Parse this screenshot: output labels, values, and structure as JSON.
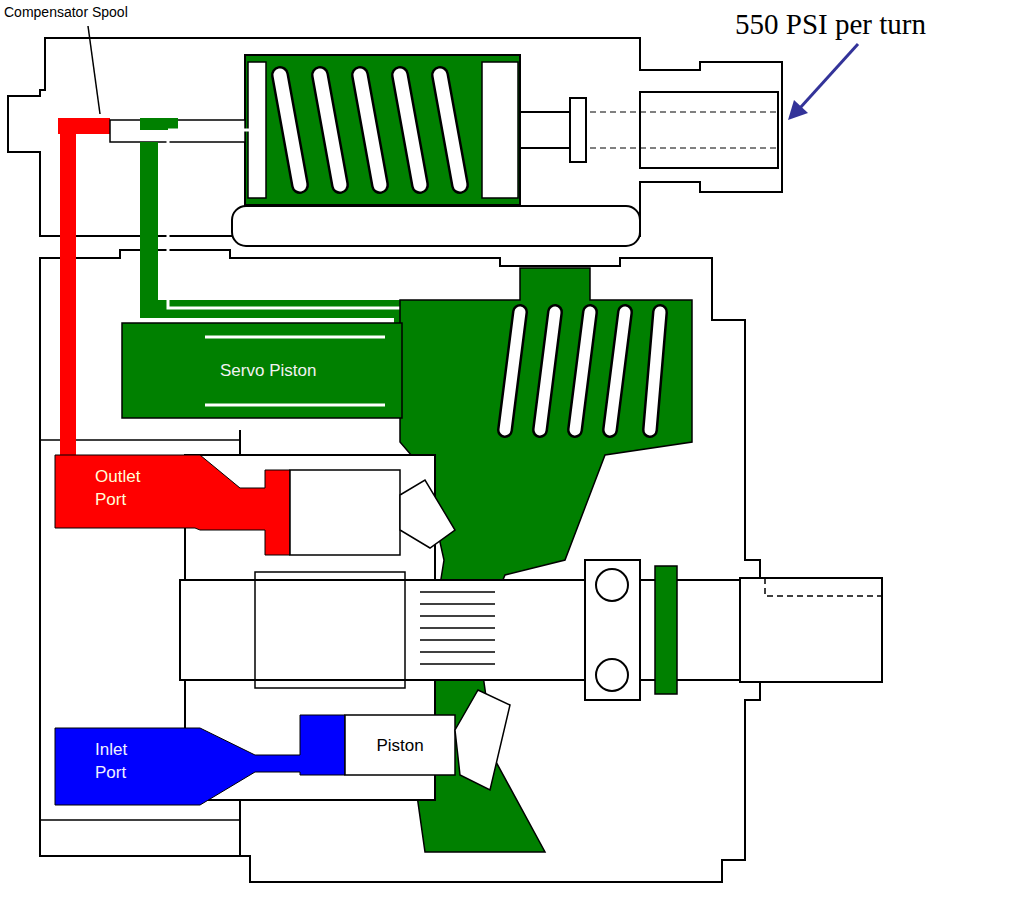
{
  "diagram": {
    "nodes": [
      {
        "text": [
          "Servo Piston"
        ]
      },
      {
        "text": [
          "Outlet Port"
        ]
      },
      {
        "text": [
          "Inlet Port"
        ]
      },
      {
        "text": [
          "Piston"
        ]
      }
    ],
    "labels": [
      "Compensator Spool",
      "550 PSI per turn"
    ]
  }
}
